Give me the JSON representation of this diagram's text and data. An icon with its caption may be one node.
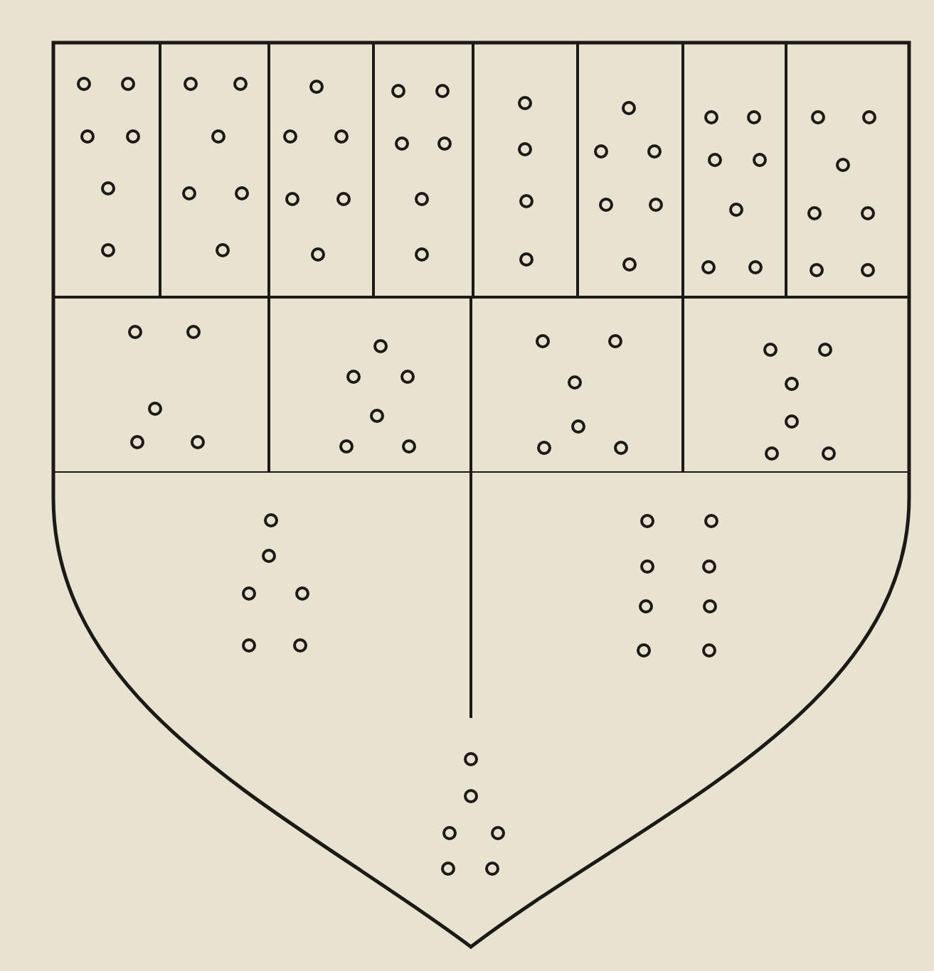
{
  "diagram": {
    "nodes": [
      {
        "text": [],
        "shape": "shield"
      },
      {
        "text": [],
        "shape": "box",
        "in": 0
      },
      {
        "text": [],
        "shape": "box",
        "in": 0
      },
      {
        "text": [],
        "shape": "box",
        "in": 0
      },
      {
        "text": [],
        "shape": "box",
        "in": 0
      },
      {
        "text": [],
        "shape": "box",
        "in": 0
      },
      {
        "text": [],
        "shape": "box",
        "in": 0
      },
      {
        "text": [],
        "shape": "box",
        "in": 0
      },
      {
        "text": [],
        "shape": "box",
        "in": 0
      },
      {
        "text": [],
        "shape": "box",
        "in": 0
      },
      {
        "text": [],
        "shape": "box",
        "in": 0
      },
      {
        "text": [],
        "shape": "box",
        "in": 0
      },
      {
        "text": [],
        "shape": "box",
        "in": 0
      },
      {
        "text": [],
        "shape": "box",
        "in": 0
      },
      {
        "text": [],
        "shape": "box",
        "in": 0
      }
    ]
  }
}
